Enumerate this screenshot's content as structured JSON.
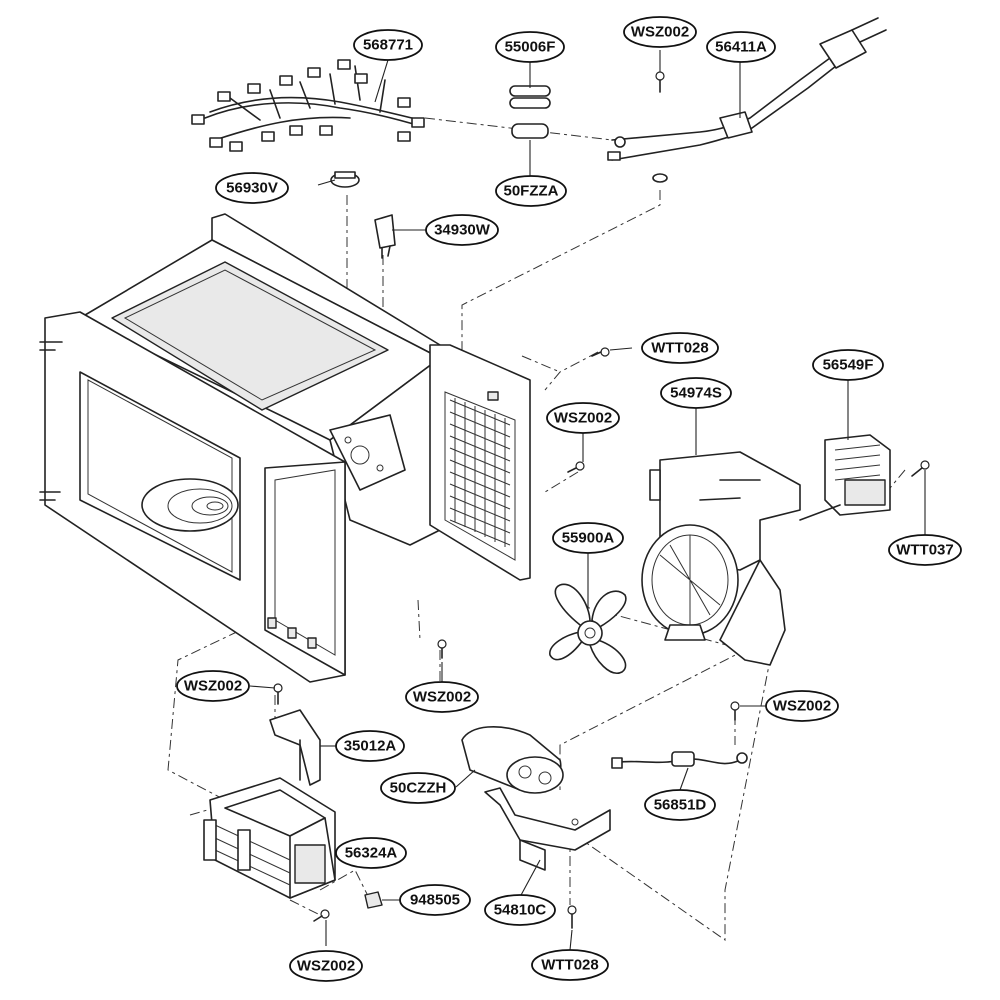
{
  "labels": {
    "p568771": "568771",
    "p55006F": "55006F",
    "pWSZ002_top": "WSZ002",
    "p56411A": "56411A",
    "p56930V": "56930V",
    "p50FZZA": "50FZZA",
    "p34930W": "34930W",
    "pWTT028_mid": "WTT028",
    "p56549F": "56549F",
    "pWSZ002_mid": "WSZ002",
    "p54974S": "54974S",
    "p55900A": "55900A",
    "pWTT037": "WTT037",
    "pWSZ002_cav": "WSZ002",
    "pWSZ002_left": "WSZ002",
    "p35012A": "35012A",
    "p50CZZH": "50CZZH",
    "pWSZ002_right": "WSZ002",
    "p56851D": "56851D",
    "p56324A": "56324A",
    "p948505": "948505",
    "p54810C": "54810C",
    "pWSZ002_bot": "WSZ002",
    "pWTT028_bot": "WTT028"
  }
}
